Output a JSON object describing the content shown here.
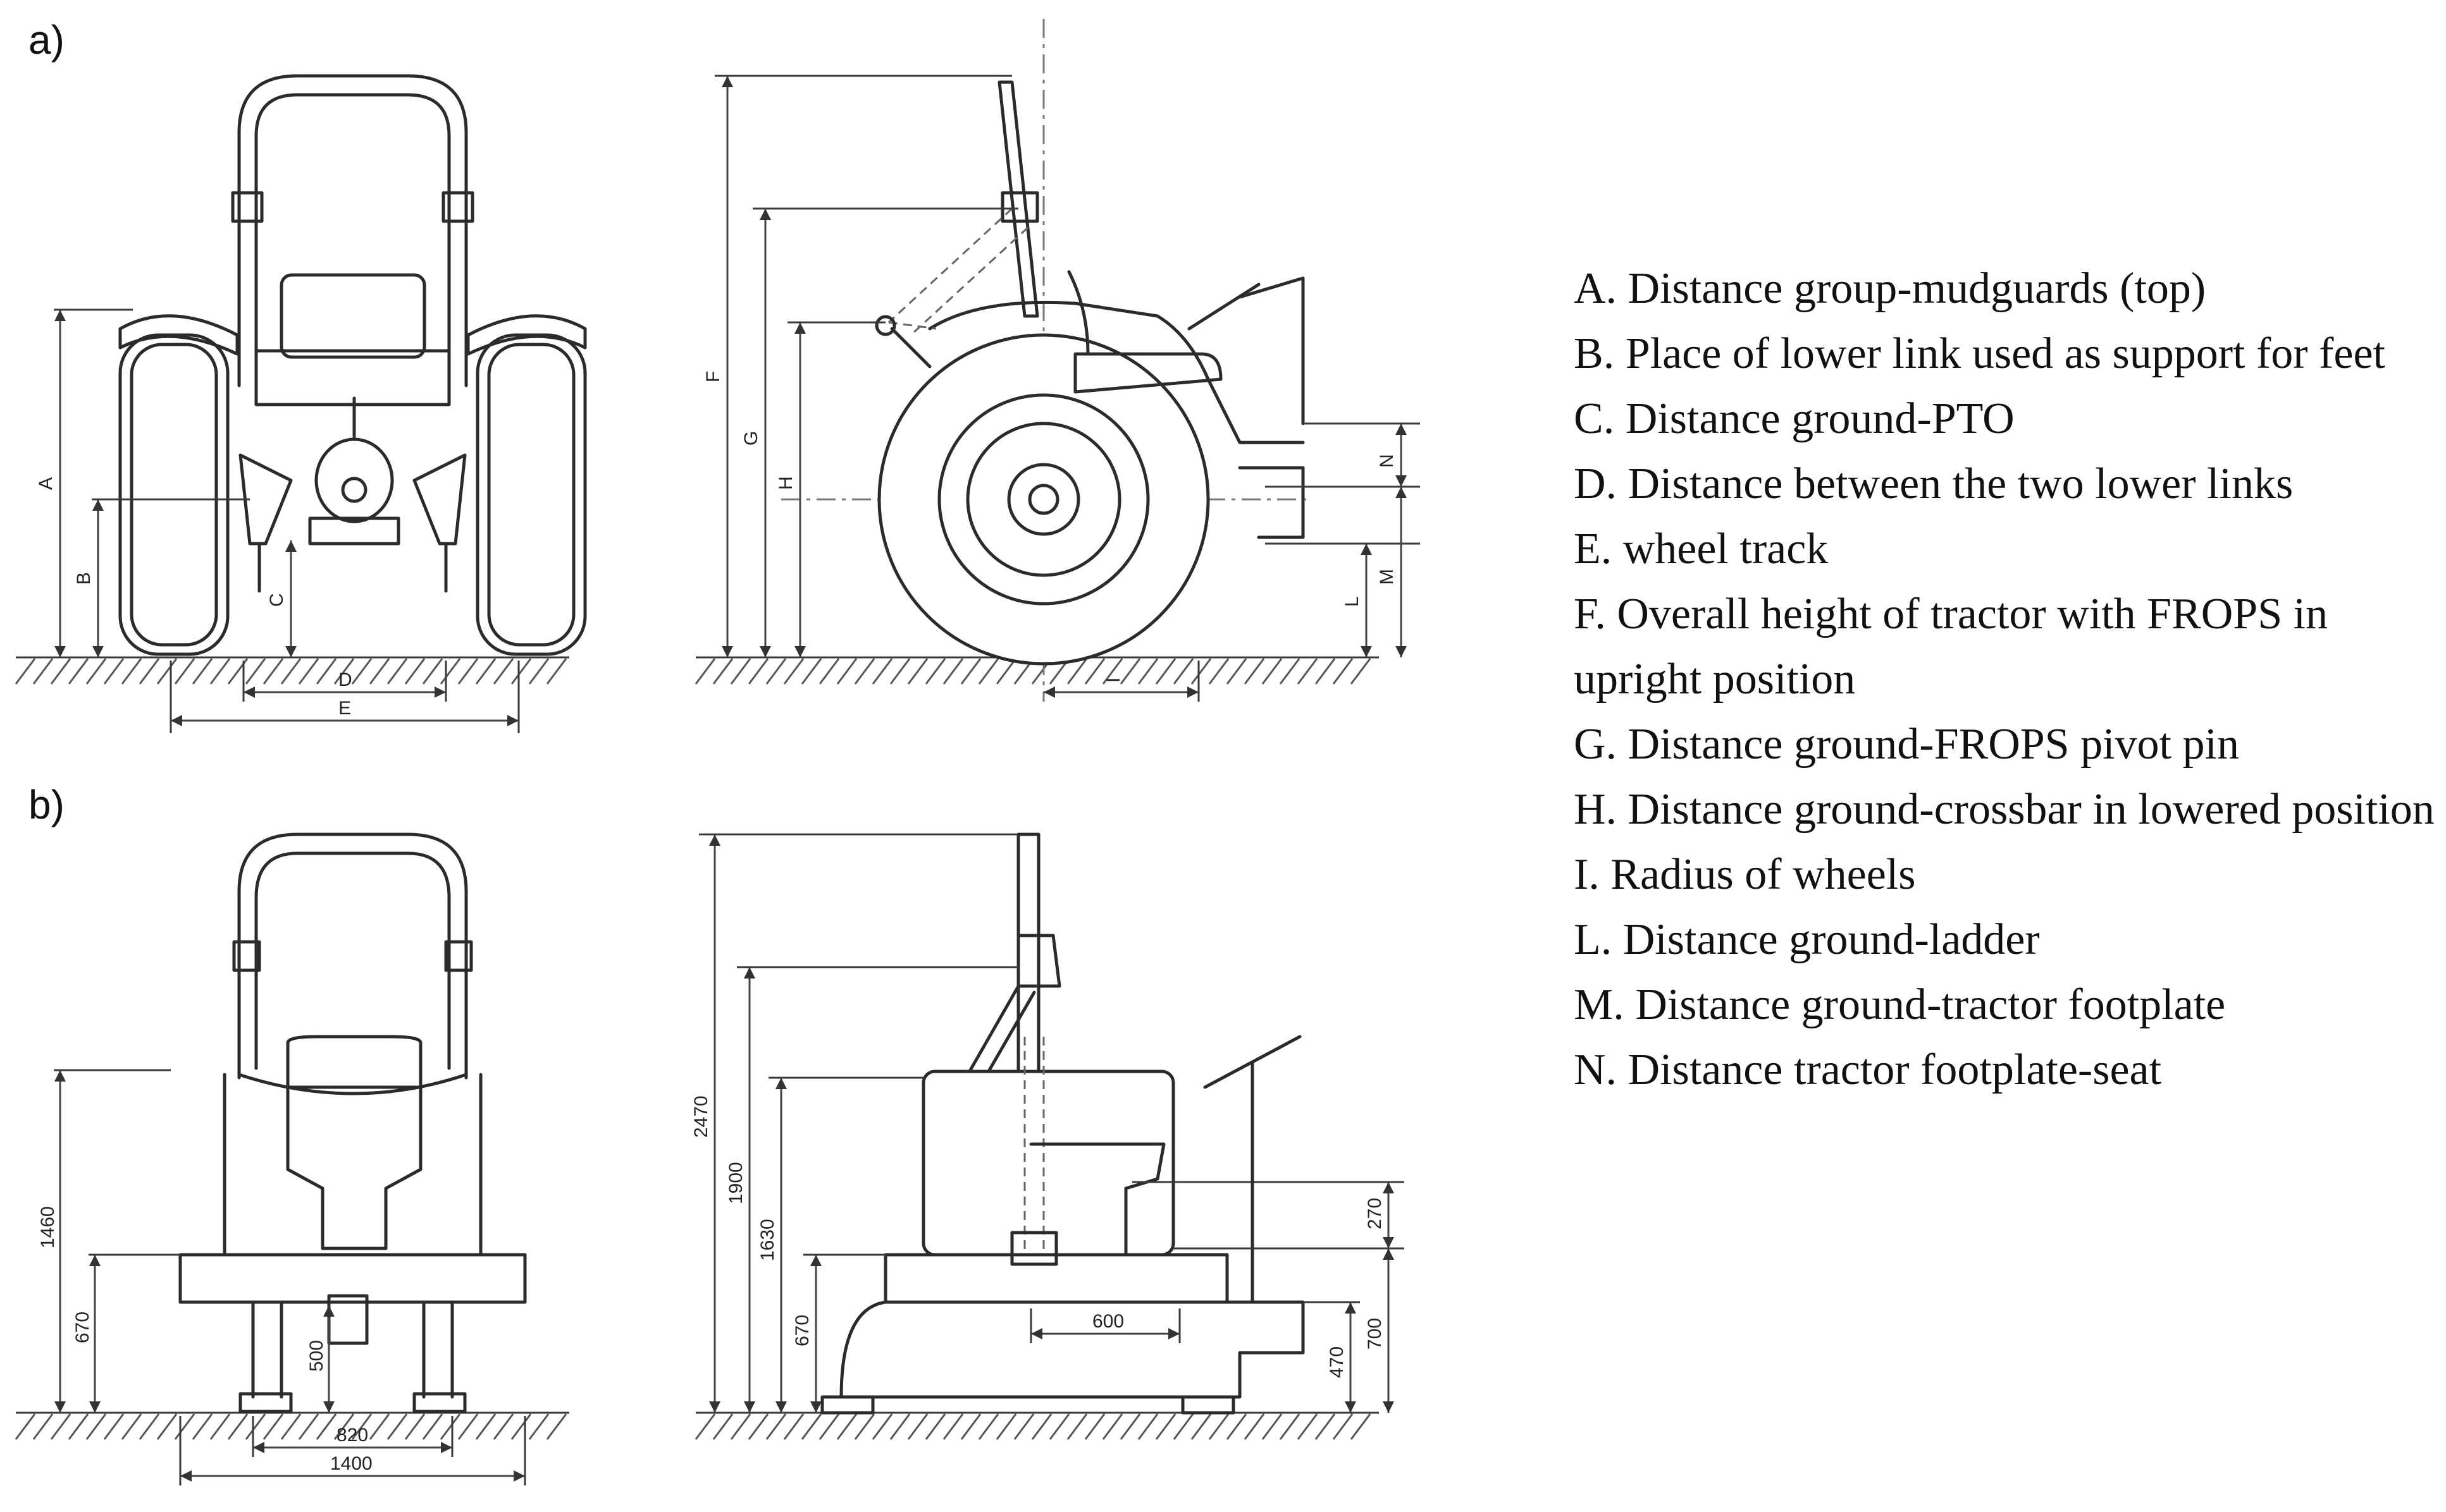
{
  "panels": {
    "a": "a)",
    "b": "b)"
  },
  "dim_letters": {
    "A": "A",
    "B": "B",
    "C": "C",
    "D": "D",
    "E": "E",
    "F": "F",
    "G": "G",
    "H": "H",
    "I": "I",
    "L": "L",
    "M": "M",
    "N": "N"
  },
  "dim_values": {
    "v1460": "1460",
    "v670a": "670",
    "v500": "500",
    "v820": "820",
    "v1400": "1400",
    "v2470": "2470",
    "v1900": "1900",
    "v1630": "1630",
    "v670b": "670",
    "v600": "600",
    "v270": "270",
    "v470": "470",
    "v700": "700"
  },
  "legend": [
    "A. Distance group-mudguards (top)",
    "B. Place of lower link used as support for feet",
    "C. Distance ground-PTO",
    "D. Distance between the two lower links",
    "E. wheel track",
    "F. Overall height of tractor with FROPS in upright position",
    "G. Distance ground-FROPS pivot pin",
    "H. Distance ground-crossbar in lowered position",
    "I. Radius of wheels",
    "L. Distance ground-ladder",
    "M. Distance ground-tractor footplate",
    "N. Distance tractor footplate-seat"
  ]
}
